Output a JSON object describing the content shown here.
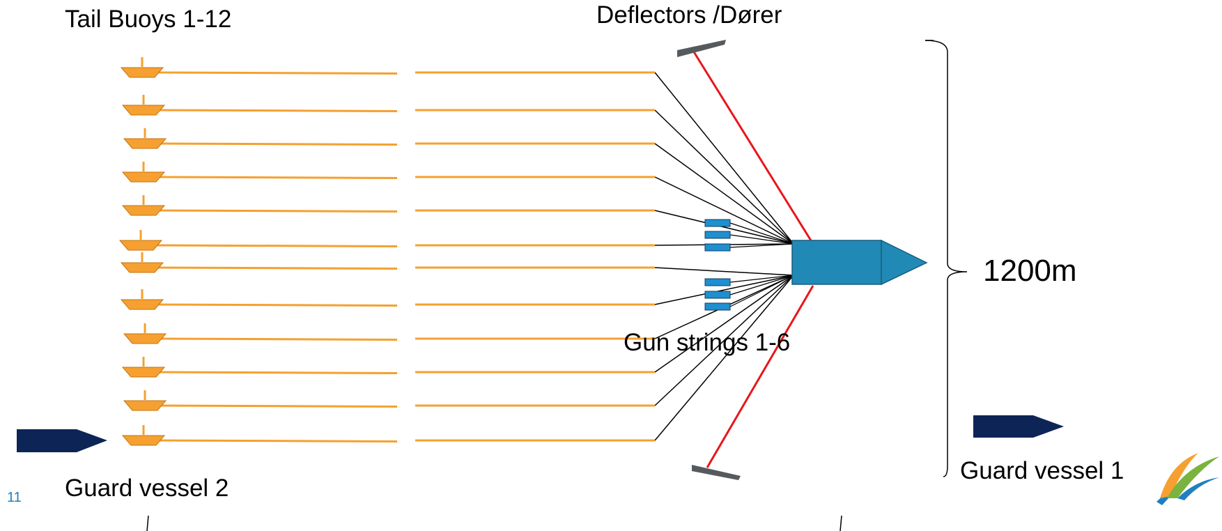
{
  "labels": {
    "tail_buoys": "Tail Buoys 1-12",
    "deflectors": "Deflectors /Dører",
    "spread_width": "1200m",
    "gun_strings": "Gun strings 1-6",
    "guard_vessel_1": "Guard vessel 1",
    "guard_vessel_2": "Guard vessel 2",
    "page_number": "11"
  },
  "counts": {
    "streamers": 12,
    "gun_strings": 6
  },
  "colors": {
    "streamer": "#f5a030",
    "buoy": "#f5a030",
    "vessel": "#2189b5",
    "gun": "#1f8fcf",
    "deflector_line": "#e8161b",
    "deflector": "#555a5f",
    "guard_vessel": "#0d2456",
    "tow_line": "#000000"
  },
  "icons": {
    "logo": "company-logo-icon"
  }
}
